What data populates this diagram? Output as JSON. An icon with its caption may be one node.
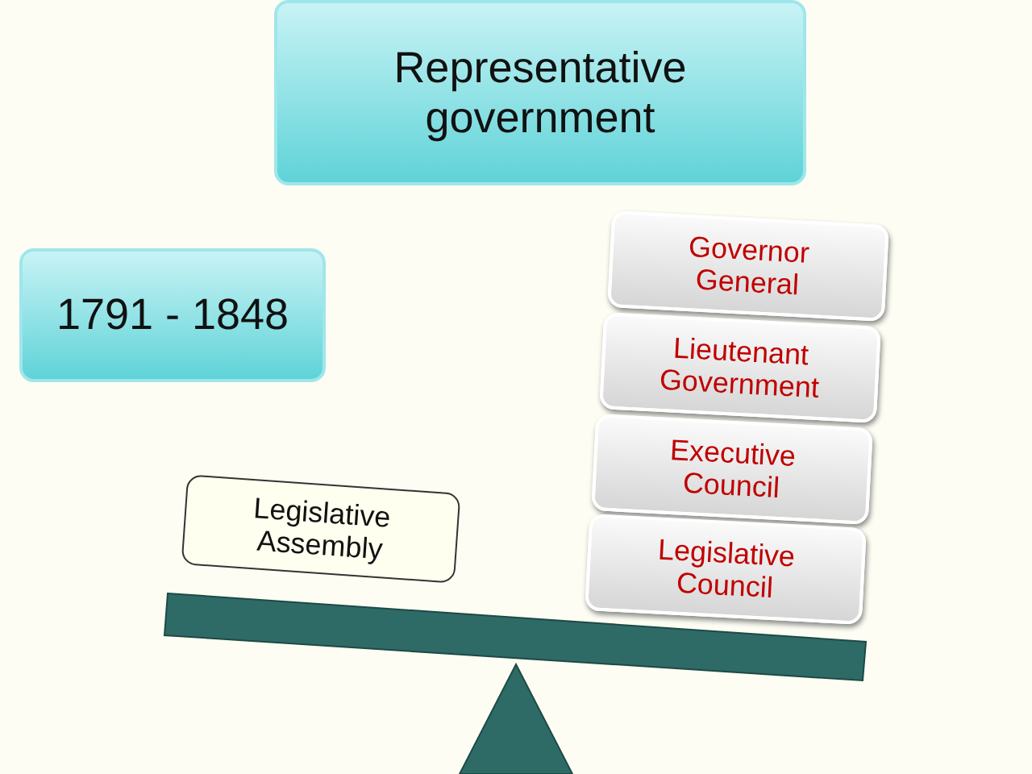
{
  "diagram": {
    "nodes": [
      {
        "text": [
          "Representative government"
        ]
      },
      {
        "text": [
          "1791 - 1848"
        ]
      },
      {
        "text": [
          "Legislative Assembly"
        ]
      },
      {
        "text": [
          "Governor General"
        ]
      },
      {
        "text": [
          "Lieutenant Government"
        ]
      },
      {
        "text": [
          "Executive Council"
        ]
      },
      {
        "text": [
          "Legislative Council"
        ]
      }
    ]
  }
}
